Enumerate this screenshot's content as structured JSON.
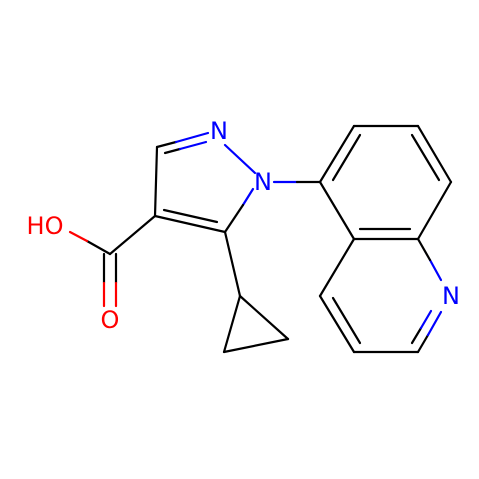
{
  "colors": {
    "background": "#FFFFFF",
    "carbon_bond": "#000000",
    "nitrogen": "#0000FF",
    "oxygen": "#FF0000"
  },
  "atoms": {
    "n2_label": "N",
    "n1_label": "N",
    "quinoline_n_label": "N",
    "carbonyl_o_label": "O",
    "hydroxyl_label": "HO"
  }
}
